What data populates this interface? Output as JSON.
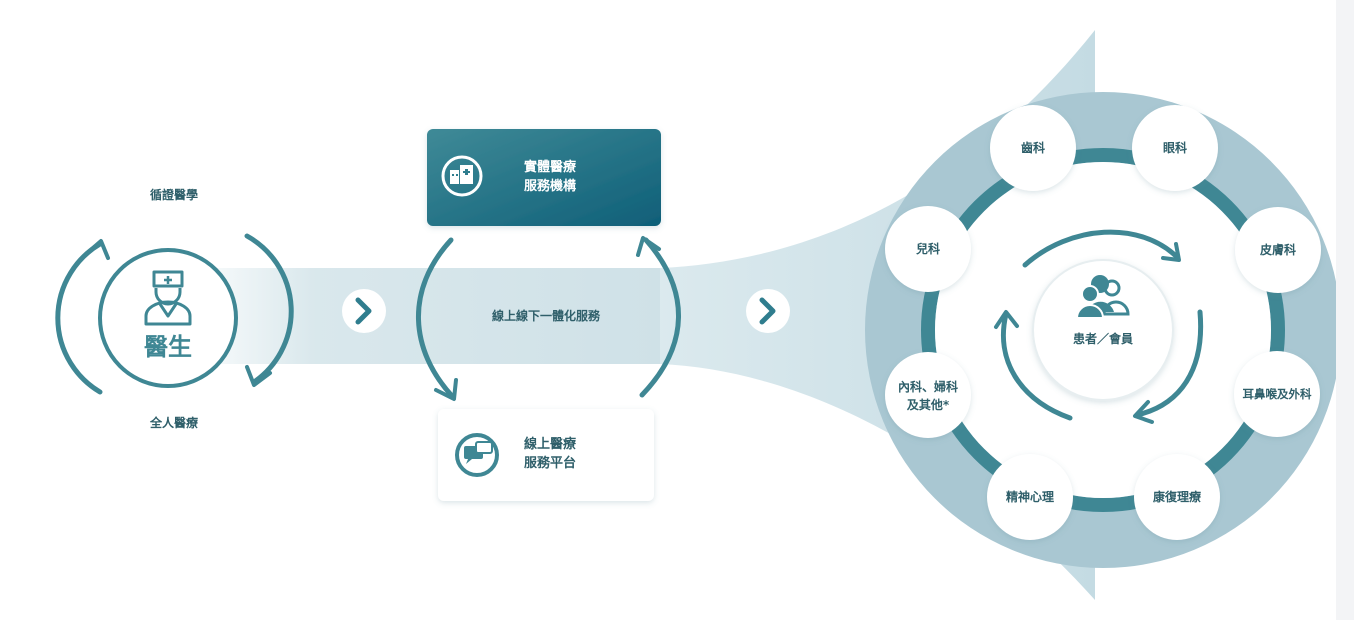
{
  "colors": {
    "teal": "#3f8794",
    "teal_dark": "#16647a",
    "band_light": "#d5e5ea",
    "ring_bg": "#a9c7d2"
  },
  "doctor": {
    "name": "醫生",
    "top_label": "循證醫學",
    "bottom_label": "全人醫療"
  },
  "physical": {
    "line1": "實體醫療",
    "line2": "服務機構",
    "icon": "hospital-icon"
  },
  "online": {
    "line1": "線上醫療",
    "line2": "服務平台",
    "icon": "chat-bubbles-icon"
  },
  "integration_label": "線上線下一體化服務",
  "center": {
    "label": "患者／會員",
    "icon": "people-icon"
  },
  "specialties": {
    "dental": "齒科",
    "ophthalmology": "眼科",
    "dermatology": "皮膚科",
    "ent_surgery": "耳鼻喉及外科",
    "rehab": "康復理療",
    "psychiatry": "精神心理",
    "internal_line1": "內科、婦科",
    "internal_line2": "及其他*",
    "pediatrics": "兒科"
  }
}
